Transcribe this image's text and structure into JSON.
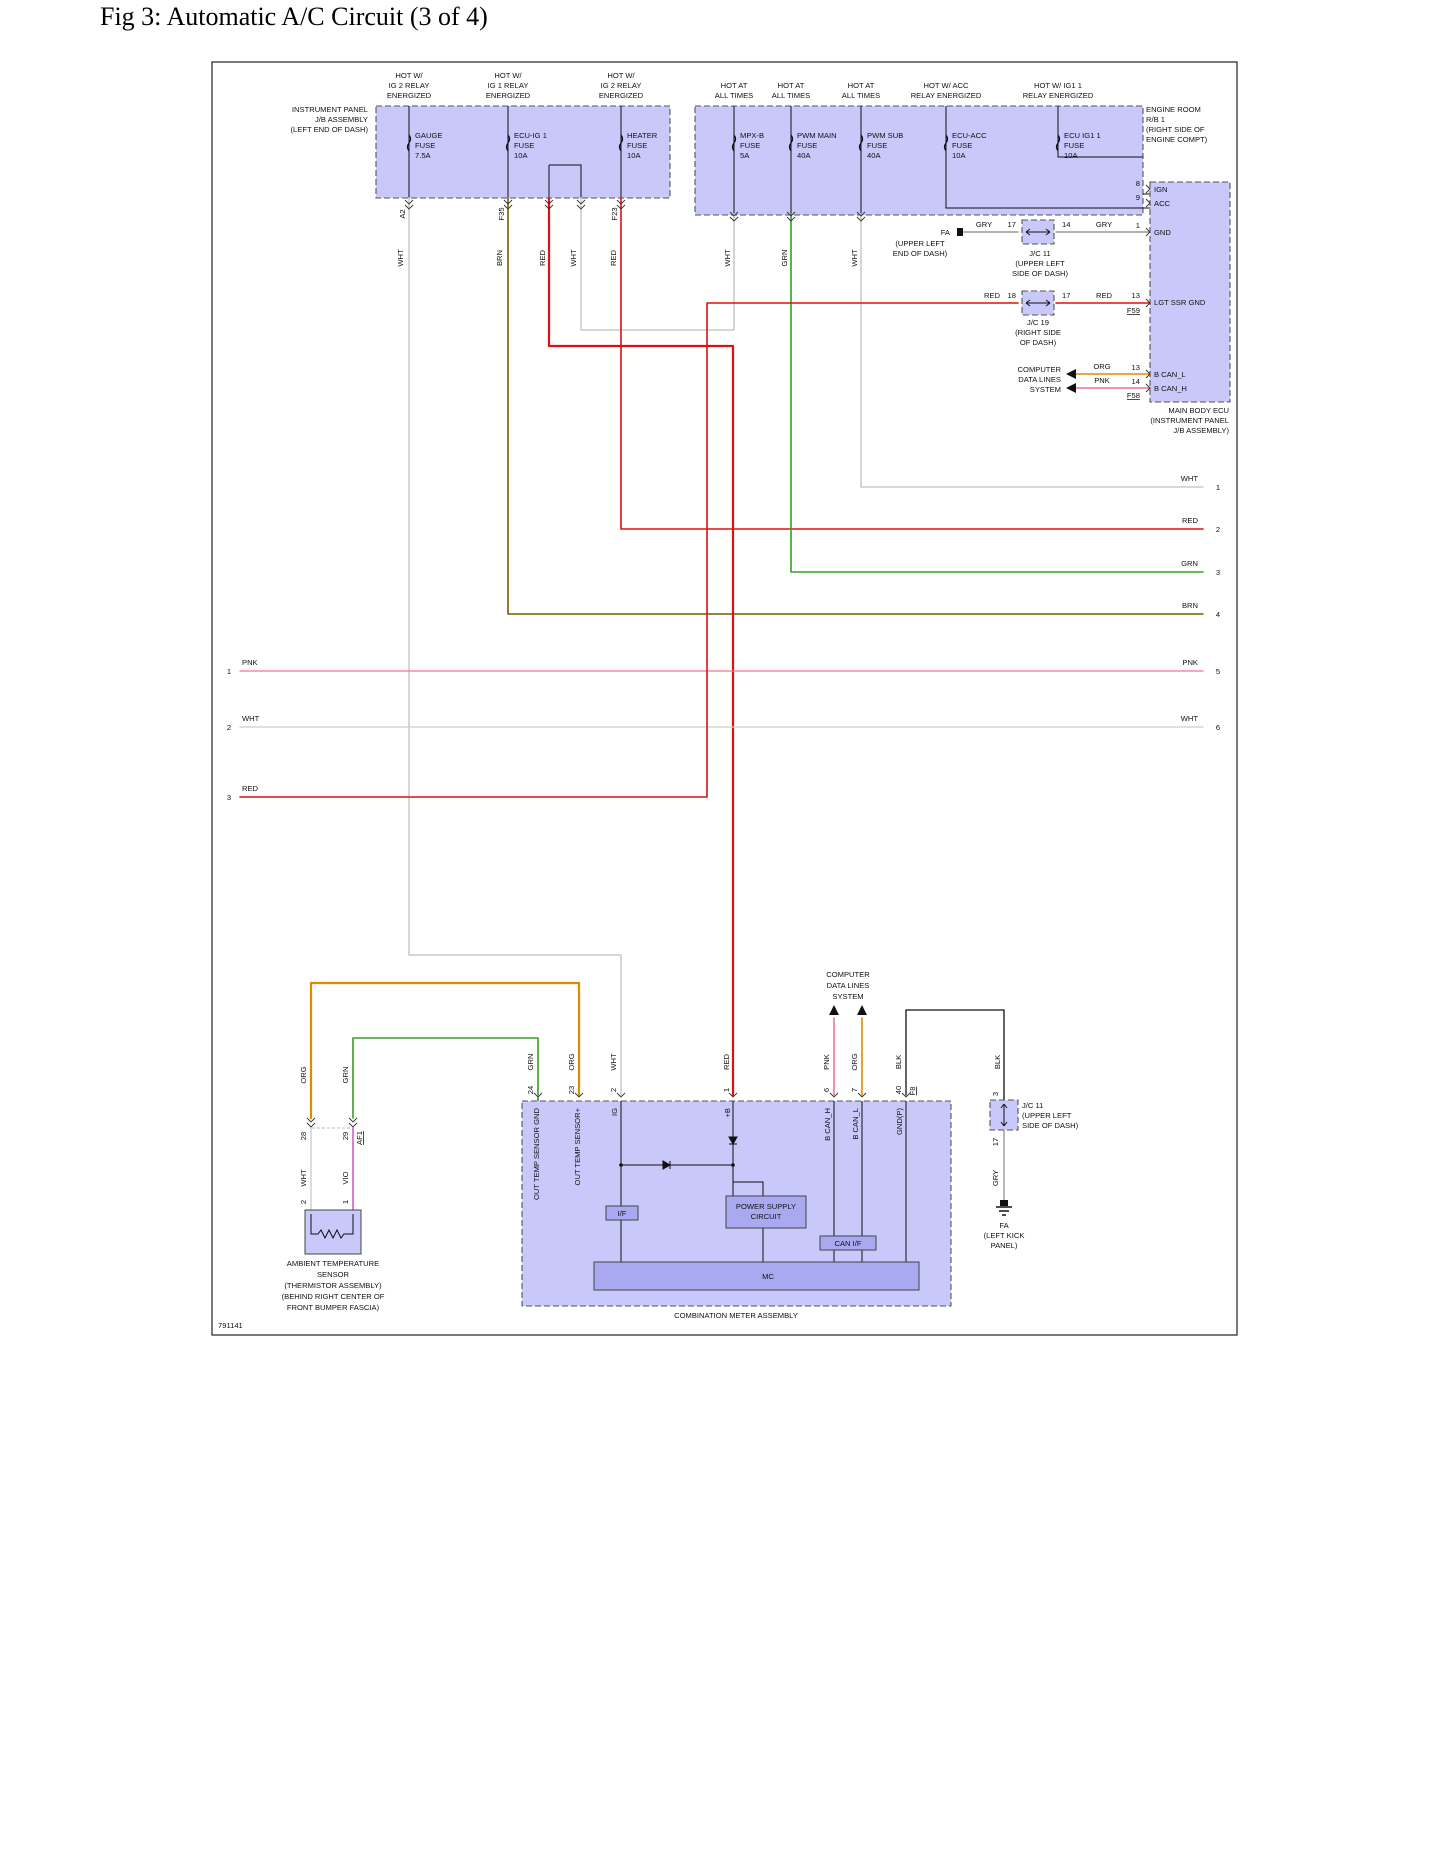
{
  "title": "Fig 3: Automatic A/C Circuit (3 of 4)",
  "figure_id": "791141",
  "colors": {
    "box_fill": "#c8c8fa",
    "module_fill": "#a9a9f2",
    "WHT": "#cccccc",
    "BRN": "#7a5a00",
    "RED": "#dd1111",
    "GRN": "#33a020",
    "GRY": "#999999",
    "ORG": "#e08a00",
    "PNK": "#ee7790",
    "VIO": "#cc44cc",
    "BLK": "#111111"
  },
  "power_headers": [
    {
      "line1": "HOT W/",
      "line2": "IG 2 RELAY",
      "line3": "ENERGIZED"
    },
    {
      "line1": "HOT W/",
      "line2": "IG 1 RELAY",
      "line3": "ENERGIZED"
    },
    {
      "line1": "HOT W/",
      "line2": "IG 2 RELAY",
      "line3": "ENERGIZED"
    },
    {
      "line1": "HOT AT",
      "line2": "ALL TIMES"
    },
    {
      "line1": "HOT AT",
      "line2": "ALL TIMES"
    },
    {
      "line1": "HOT AT",
      "line2": "ALL TIMES"
    },
    {
      "line1": "HOT W/ ACC",
      "line2": "RELAY ENERGIZED"
    },
    {
      "line1": "HOT W/ IG1 1",
      "line2": "RELAY ENERGIZED"
    }
  ],
  "ip_jb": {
    "label": [
      "INSTRUMENT PANEL",
      "J/B ASSEMBLY",
      "(LEFT END OF DASH)"
    ]
  },
  "engine_rb": {
    "label": [
      "ENGINE ROOM",
      "R/B 1",
      "(RIGHT SIDE OF",
      "ENGINE COMPT)"
    ]
  },
  "fuses": [
    {
      "name": "GAUGE",
      "type": "FUSE",
      "amp": "7.5A"
    },
    {
      "name": "ECU-IG 1",
      "type": "FUSE",
      "amp": "10A"
    },
    {
      "name": "HEATER",
      "type": "FUSE",
      "amp": "10A"
    },
    {
      "name": "MPX-B",
      "type": "FUSE",
      "amp": "5A"
    },
    {
      "name": "PWM MAIN",
      "type": "FUSE",
      "amp": "40A"
    },
    {
      "name": "PWM SUB",
      "type": "FUSE",
      "amp": "40A"
    },
    {
      "name": "ECU-ACC",
      "type": "FUSE",
      "amp": "10A"
    },
    {
      "name": "ECU IG1 1",
      "type": "FUSE",
      "amp": "10A"
    }
  ],
  "ip_connectors": [
    "A2",
    "F35",
    "F23"
  ],
  "ip_wire_colors": [
    "WHT",
    "BRN",
    "RED",
    "WHT",
    "RED"
  ],
  "rb_wire_colors": [
    "WHT",
    "GRN",
    "WHT"
  ],
  "main_body_ecu": {
    "label": [
      "MAIN BODY ECU",
      "(INSTRUMENT PANEL",
      "J/B ASSEMBLY)"
    ],
    "pins": {
      "ign": "IGN",
      "acc": "ACC",
      "gnd": "GND",
      "lgt": "LGT SSR GND",
      "bcanl": "B CAN_L",
      "bcanh": "B CAN_H"
    },
    "pin_nums": {
      "ign": "8",
      "acc": "9",
      "gnd": "1",
      "lgt": "13",
      "bcanl": "13",
      "bcanh": "14"
    },
    "connectors": {
      "lgt": "F59",
      "can": "F58"
    }
  },
  "ground_fa_upper": {
    "name": "FA",
    "label": [
      "(UPPER LEFT",
      "END OF DASH)"
    ]
  },
  "jc11_upper": {
    "name": "J/C 11",
    "label": [
      "(UPPER LEFT",
      "SIDE OF DASH)"
    ],
    "pin_left": "17",
    "pin_right": "14",
    "wire": "GRY"
  },
  "jc19": {
    "name": "J/C 19",
    "label": [
      "(RIGHT SIDE",
      "OF DASH)"
    ],
    "pin_left": "18",
    "pin_right": "17",
    "wire": "RED"
  },
  "computer_data_upper": {
    "label": [
      "COMPUTER",
      "DATA LINES",
      "SYSTEM"
    ],
    "wire1": "ORG",
    "wire2": "PNK"
  },
  "offpage_right": [
    {
      "color": "WHT",
      "num": "1"
    },
    {
      "color": "RED",
      "num": "2"
    },
    {
      "color": "GRN",
      "num": "3"
    },
    {
      "color": "BRN",
      "num": "4"
    },
    {
      "color": "PNK",
      "num": "5"
    },
    {
      "color": "WHT",
      "num": "6"
    }
  ],
  "offpage_left": [
    {
      "color": "PNK",
      "num": "1"
    },
    {
      "color": "WHT",
      "num": "2"
    },
    {
      "color": "RED",
      "num": "3"
    }
  ],
  "sensor": {
    "label": [
      "AMBIENT TEMPERATURE",
      "SENSOR",
      "(THERMISTOR ASSEMBLY)",
      "(BEHIND RIGHT CENTER OF",
      "FRONT BUMPER FASCIA)"
    ],
    "wires_top": [
      "ORG",
      "GRN"
    ],
    "pins_top": [
      "28",
      "29"
    ],
    "connector": "AF1",
    "wires_bottom": [
      "WHT",
      "VIO"
    ],
    "pins_bottom": [
      "2",
      "1"
    ]
  },
  "meter": {
    "label": "COMBINATION METER ASSEMBLY",
    "wires": [
      "GRN",
      "ORG",
      "WHT",
      "RED",
      "PNK",
      "ORG",
      "BLK"
    ],
    "pins": [
      "24",
      "23",
      "2",
      "1",
      "6",
      "7",
      "40"
    ],
    "connector": "F8",
    "terminals": [
      "OUT TEMP SENSOR GND",
      "OUT TEMP SENSOR+",
      "IG",
      "+B",
      "B CAN_H",
      "B CAN_L",
      "GND(P)"
    ],
    "if_label": "I/F",
    "psc_label": [
      "POWER SUPPLY",
      "CIRCUIT"
    ],
    "canif_label": "CAN I/F",
    "mc_label": "MC"
  },
  "computer_data_lower": {
    "label": [
      "COMPUTER",
      "DATA LINES",
      "SYSTEM"
    ]
  },
  "jc11_lower": {
    "name": "J/C 11",
    "label": [
      "(UPPER LEFT",
      "SIDE OF DASH)"
    ],
    "pin_top": "3",
    "pin_bottom": "17",
    "wire_top": "BLK",
    "wire_bottom": "GRY"
  },
  "ground_fa_lower": {
    "name": "FA",
    "label": [
      "(LEFT KICK",
      "PANEL)"
    ]
  }
}
